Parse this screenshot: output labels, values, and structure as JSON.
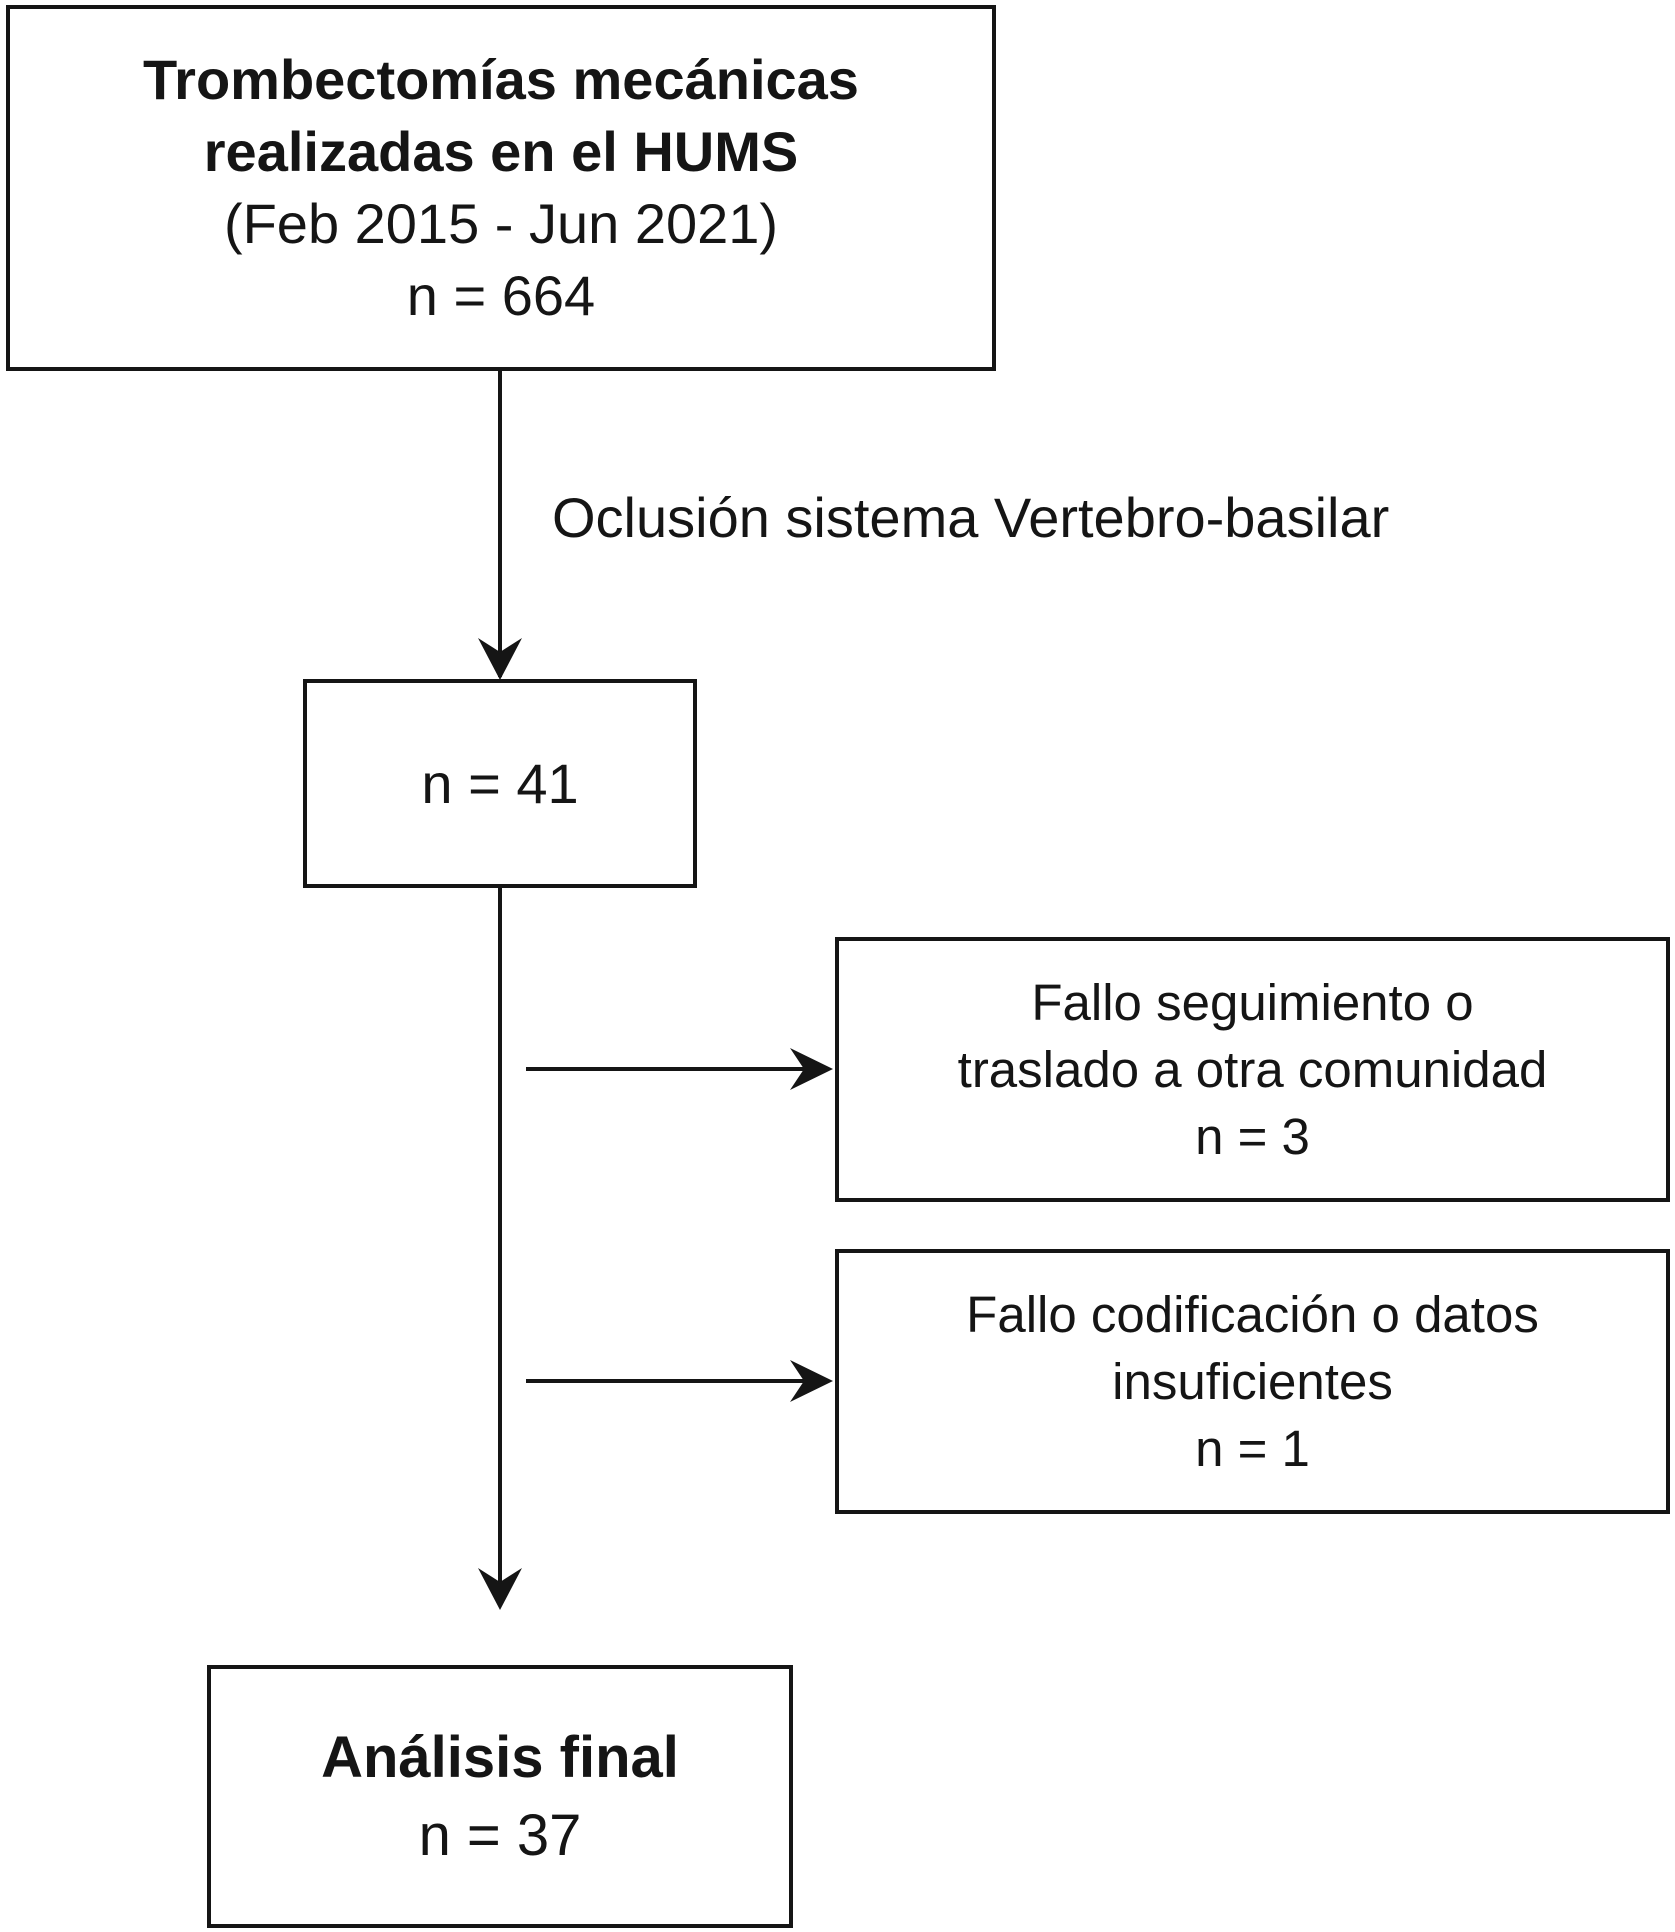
{
  "flowchart": {
    "source_box": {
      "line1": "Trombectomías mecánicas",
      "line2": "realizadas en el HUMS",
      "line3": "(Feb 2015 - Jun 2021)",
      "line4": "n = 664"
    },
    "edge_label": "Oclusión sistema Vertebro-basilar",
    "vb_box": {
      "line1": "n = 41"
    },
    "exclusion_followup": {
      "line1": "Fallo seguimiento o",
      "line2": "traslado a otra comunidad",
      "line3": "n = 3"
    },
    "exclusion_coding": {
      "line1": "Fallo codificación o datos",
      "line2": "insuficientes",
      "line3": "n = 1"
    },
    "final_box": {
      "line1": "Análisis final",
      "line2": "n = 37"
    },
    "colors": {
      "stroke": "#151515",
      "background": "#ffffff"
    }
  }
}
